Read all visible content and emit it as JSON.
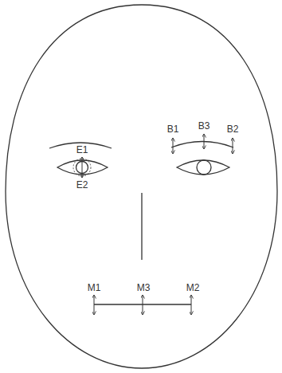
{
  "diagram": {
    "labels": [
      "E1",
      "E2",
      "B1",
      "B3",
      "B2",
      "M1",
      "M3",
      "M2"
    ]
  }
}
